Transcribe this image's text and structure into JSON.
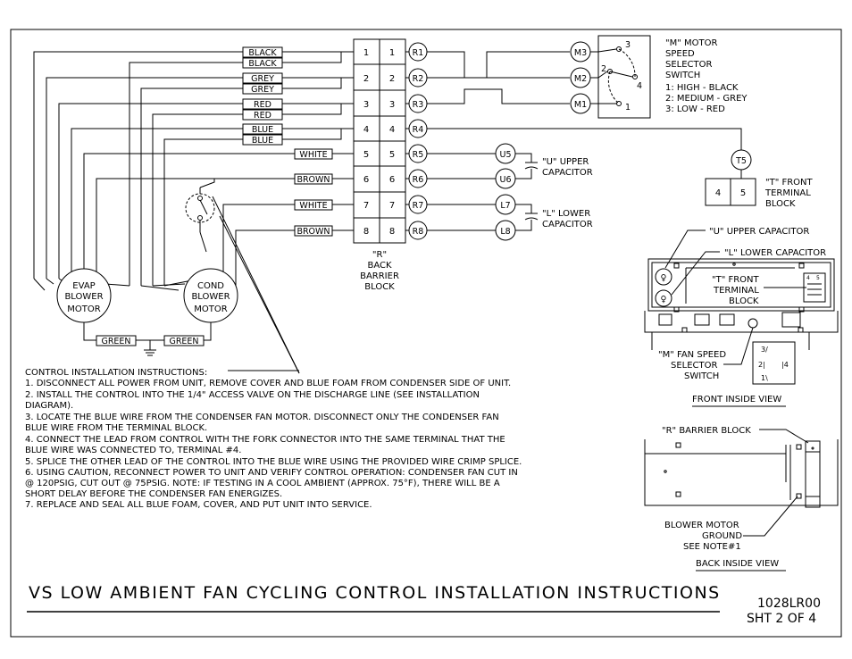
{
  "wire_labels_left": [
    "BLACK",
    "BLACK",
    "GREY",
    "GREY",
    "RED",
    "RED",
    "BLUE",
    "BLUE"
  ],
  "wire_labels_mid": [
    "WHITE",
    "BROWN",
    "WHITE",
    "BROWN"
  ],
  "ground_labels": [
    "GREEN",
    "GREEN"
  ],
  "barrier_numbers": [
    "1",
    "2",
    "3",
    "4",
    "5",
    "6",
    "7",
    "8"
  ],
  "r_terminals": [
    "R1",
    "R2",
    "R3",
    "R4",
    "R5",
    "R6",
    "R7",
    "R8"
  ],
  "m_terminals": [
    "M3",
    "M2",
    "M1"
  ],
  "switch_positions": [
    "3",
    "2",
    "4",
    "1"
  ],
  "u_terminals": [
    "U5",
    "U6"
  ],
  "l_terminals": [
    "L7",
    "L8"
  ],
  "t_terminal": "T5",
  "t_block_numbers": [
    "4",
    "5"
  ],
  "motor_legend": [
    "\"M\" MOTOR",
    "SPEED",
    "SELECTOR",
    "SWITCH",
    "1:  HIGH - BLACK",
    "2:  MEDIUM - GREY",
    "3:  LOW - RED"
  ],
  "upper_cap_label": [
    "\"U\" UPPER",
    "CAPACITOR"
  ],
  "lower_cap_label": [
    "\"L\" LOWER",
    "CAPACITOR"
  ],
  "t_block_label": [
    "\"T\" FRONT",
    "TERMINAL",
    "BLOCK"
  ],
  "r_block_label": [
    "\"R\"",
    "BACK",
    "BARRIER",
    "BLOCK"
  ],
  "evap_motor": [
    "EVAP",
    "BLOWER",
    "MOTOR"
  ],
  "cond_motor": [
    "COND",
    "BLOWER",
    "MOTOR"
  ],
  "front_view": {
    "upper_cap": "\"U\" UPPER CAPACITOR",
    "lower_cap": "\"L\" LOWER CAPACITOR",
    "t_block": [
      "\"T\" FRONT",
      "TERMINAL",
      "BLOCK"
    ],
    "switch_label": [
      "\"M\" FAN SPEED",
      "SELECTOR",
      "SWITCH"
    ],
    "switch_digits": [
      "3/",
      "2|",
      "|4",
      "1\\"
    ],
    "tb_digits": [
      "4",
      "5"
    ],
    "title": "FRONT INSIDE VIEW"
  },
  "back_view": {
    "barrier": "\"R\" BARRIER BLOCK",
    "ground": [
      "BLOWER MOTOR",
      "GROUND",
      "SEE NOTE#1"
    ],
    "title": "BACK INSIDE VIEW"
  },
  "instructions": {
    "heading": "CONTROL INSTALLATION INSTRUCTIONS:",
    "lines": [
      "1.  DISCONNECT ALL POWER FROM UNIT, REMOVE COVER AND BLUE FOAM FROM CONDENSER SIDE OF UNIT.",
      "2.  INSTALL THE CONTROL INTO THE 1/4\" ACCESS VALVE ON THE DISCHARGE LINE (SEE INSTALLATION",
      "     DIAGRAM).",
      "3.  LOCATE THE BLUE WIRE FROM THE CONDENSER FAN MOTOR.  DISCONNECT ONLY THE CONDENSER FAN",
      "     BLUE WIRE FROM THE TERMINAL BLOCK.",
      "4.  CONNECT THE LEAD FROM CONTROL WITH THE FORK CONNECTOR INTO THE SAME TERMINAL THAT THE",
      "     BLUE WIRE WAS CONNECTED TO, TERMINAL #4.",
      "5.  SPLICE THE OTHER LEAD OF THE CONTROL INTO THE BLUE WIRE USING THE PROVIDED WIRE CRIMP SPLICE.",
      "6.  USING CAUTION, RECONNECT POWER TO UNIT AND VERIFY CONTROL OPERATION: CONDENSER FAN CUT IN",
      "     @ 120PSIG, CUT OUT @ 75PSIG.  NOTE: IF TESTING IN A COOL AMBIENT (APPROX. 75°F), THERE WILL BE A",
      "     SHORT DELAY BEFORE THE CONDENSER FAN ENERGIZES.",
      "7.  REPLACE AND SEAL ALL BLUE FOAM, COVER, AND PUT UNIT INTO SERVICE."
    ]
  },
  "footer": {
    "title": "VS LOW AMBIENT FAN CYCLING CONTROL INSTALLATION INSTRUCTIONS",
    "doc_number": "1028LR00",
    "sheet": "SHT 2 OF 4"
  }
}
